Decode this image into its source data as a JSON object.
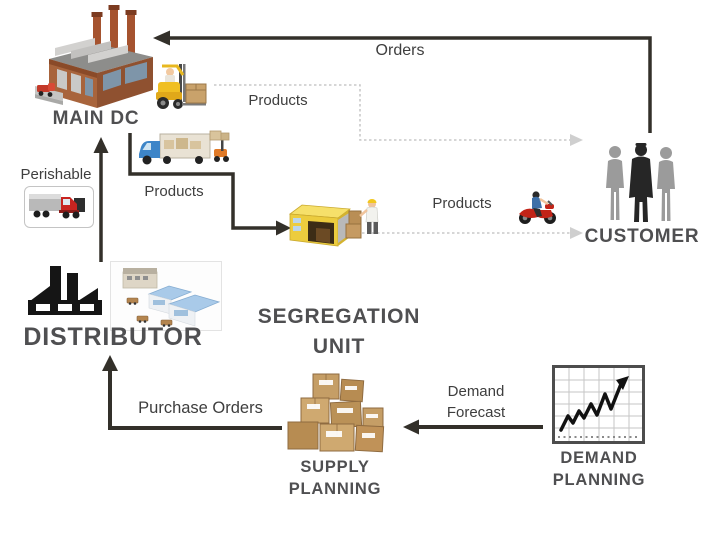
{
  "diagram": {
    "background": "#ffffff"
  },
  "colors": {
    "solid_arrow": "#33302a",
    "dotted_arrow": "#c9c9c9",
    "heading_text": "#4f4f51",
    "flow_label_text": "#3e3e3e"
  },
  "nodes": {
    "main_dc": {
      "label": "MAIN DC",
      "icon": "factory-3d-icon"
    },
    "customer": {
      "label": "CUSTOMER",
      "icon": "customers-icon"
    },
    "distributor": {
      "label": "DISTRIBUTOR",
      "icons": [
        "factory-silhouette-icon",
        "warehouses-icon"
      ]
    },
    "segregation_unit": {
      "label_line1": "SEGREGATION",
      "label_line2": "UNIT",
      "icon": "container-worker-icon"
    },
    "supply_planning": {
      "label_line1": "SUPPLY",
      "label_line2": "PLANNING",
      "icon": "cardboard-boxes-icon"
    },
    "demand_planning": {
      "label_line1": "DEMAND",
      "label_line2": "PLANNING",
      "icon": "trend-chart-icon"
    }
  },
  "flows": {
    "orders": {
      "label": "Orders",
      "from": "CUSTOMER",
      "to": "MAIN DC",
      "style": "solid"
    },
    "products_dc_to_customer": {
      "label": "Products",
      "from": "MAIN DC",
      "to": "CUSTOMER",
      "style": "dotted"
    },
    "products_dc_to_segregation": {
      "label": "Products",
      "from": "MAIN DC",
      "to": "SEGREGATION UNIT",
      "style": "solid"
    },
    "products_segregation_to_customer": {
      "label": "Products",
      "from": "SEGREGATION UNIT",
      "to": "CUSTOMER",
      "style": "dotted"
    },
    "perishable": {
      "label": "Perishable",
      "from": "DISTRIBUTOR",
      "to": "MAIN DC",
      "style": "solid"
    },
    "purchase_orders": {
      "label": "Purchase Orders",
      "from": "SUPPLY PLANNING",
      "to": "DISTRIBUTOR",
      "style": "solid"
    },
    "demand_forecast": {
      "label_line1": "Demand",
      "label_line2": "Forecast",
      "from": "DEMAND PLANNING",
      "to": "SUPPLY PLANNING",
      "style": "solid"
    }
  }
}
